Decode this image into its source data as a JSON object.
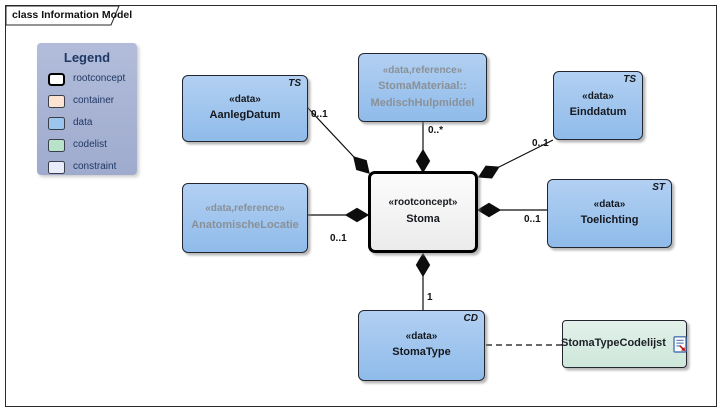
{
  "frame": {
    "title": "class Information Model"
  },
  "legend": {
    "title": "Legend",
    "items": [
      {
        "label": "rootconcept"
      },
      {
        "label": "container"
      },
      {
        "label": "data"
      },
      {
        "label": "codelist"
      },
      {
        "label": "constraint"
      }
    ]
  },
  "nodes": {
    "aanlegdatum": {
      "stereotype": "«data»",
      "name": "AanlegDatum",
      "type_code": "TS"
    },
    "stomamateriaal": {
      "stereotype": "«data,reference»",
      "name_line1": "StomaMateriaal::",
      "name_line2": "MedischHulpmiddel"
    },
    "einddatum": {
      "stereotype": "«data»",
      "name": "Einddatum",
      "type_code": "TS"
    },
    "anatomischelocatie": {
      "stereotype": "«data,reference»",
      "name": "AnatomischeLocatie"
    },
    "stoma": {
      "stereotype": "«rootconcept»",
      "name": "Stoma"
    },
    "toelichting": {
      "stereotype": "«data»",
      "name": "Toelichting",
      "type_code": "ST"
    },
    "stomatype": {
      "stereotype": "«data»",
      "name": "StomaType",
      "type_code": "CD"
    },
    "stomatypecodelijst": {
      "name": "StomaTypeCodelijst"
    }
  },
  "multiplicities": {
    "aanlegdatum": "0..1",
    "stomamateriaal": "0..*",
    "einddatum": "0..1",
    "anatomischelocatie": "0..1",
    "toelichting": "0..1",
    "stomatype": "1"
  },
  "colors": {
    "data-fill-top": "#b2d0f2",
    "data-fill-bottom": "#8fbbea",
    "data-swatch": "#9cc5ed",
    "root-fill-top": "#fcfcfc",
    "root-fill-bottom": "#ebebeb",
    "codelist-fill-top": "#e3f1ea",
    "codelist-fill-bottom": "#cde7da",
    "codelist-swatch": "#b9e2cb",
    "container-fill": "#fbe5d2",
    "constraint-fill": "#e9edfb",
    "legend-bg-top": "#b2bcda",
    "legend-bg-bottom": "#9fabce",
    "navy": "#1f3864",
    "ref-text": "#8a9097",
    "line": "#0d0d0d"
  }
}
